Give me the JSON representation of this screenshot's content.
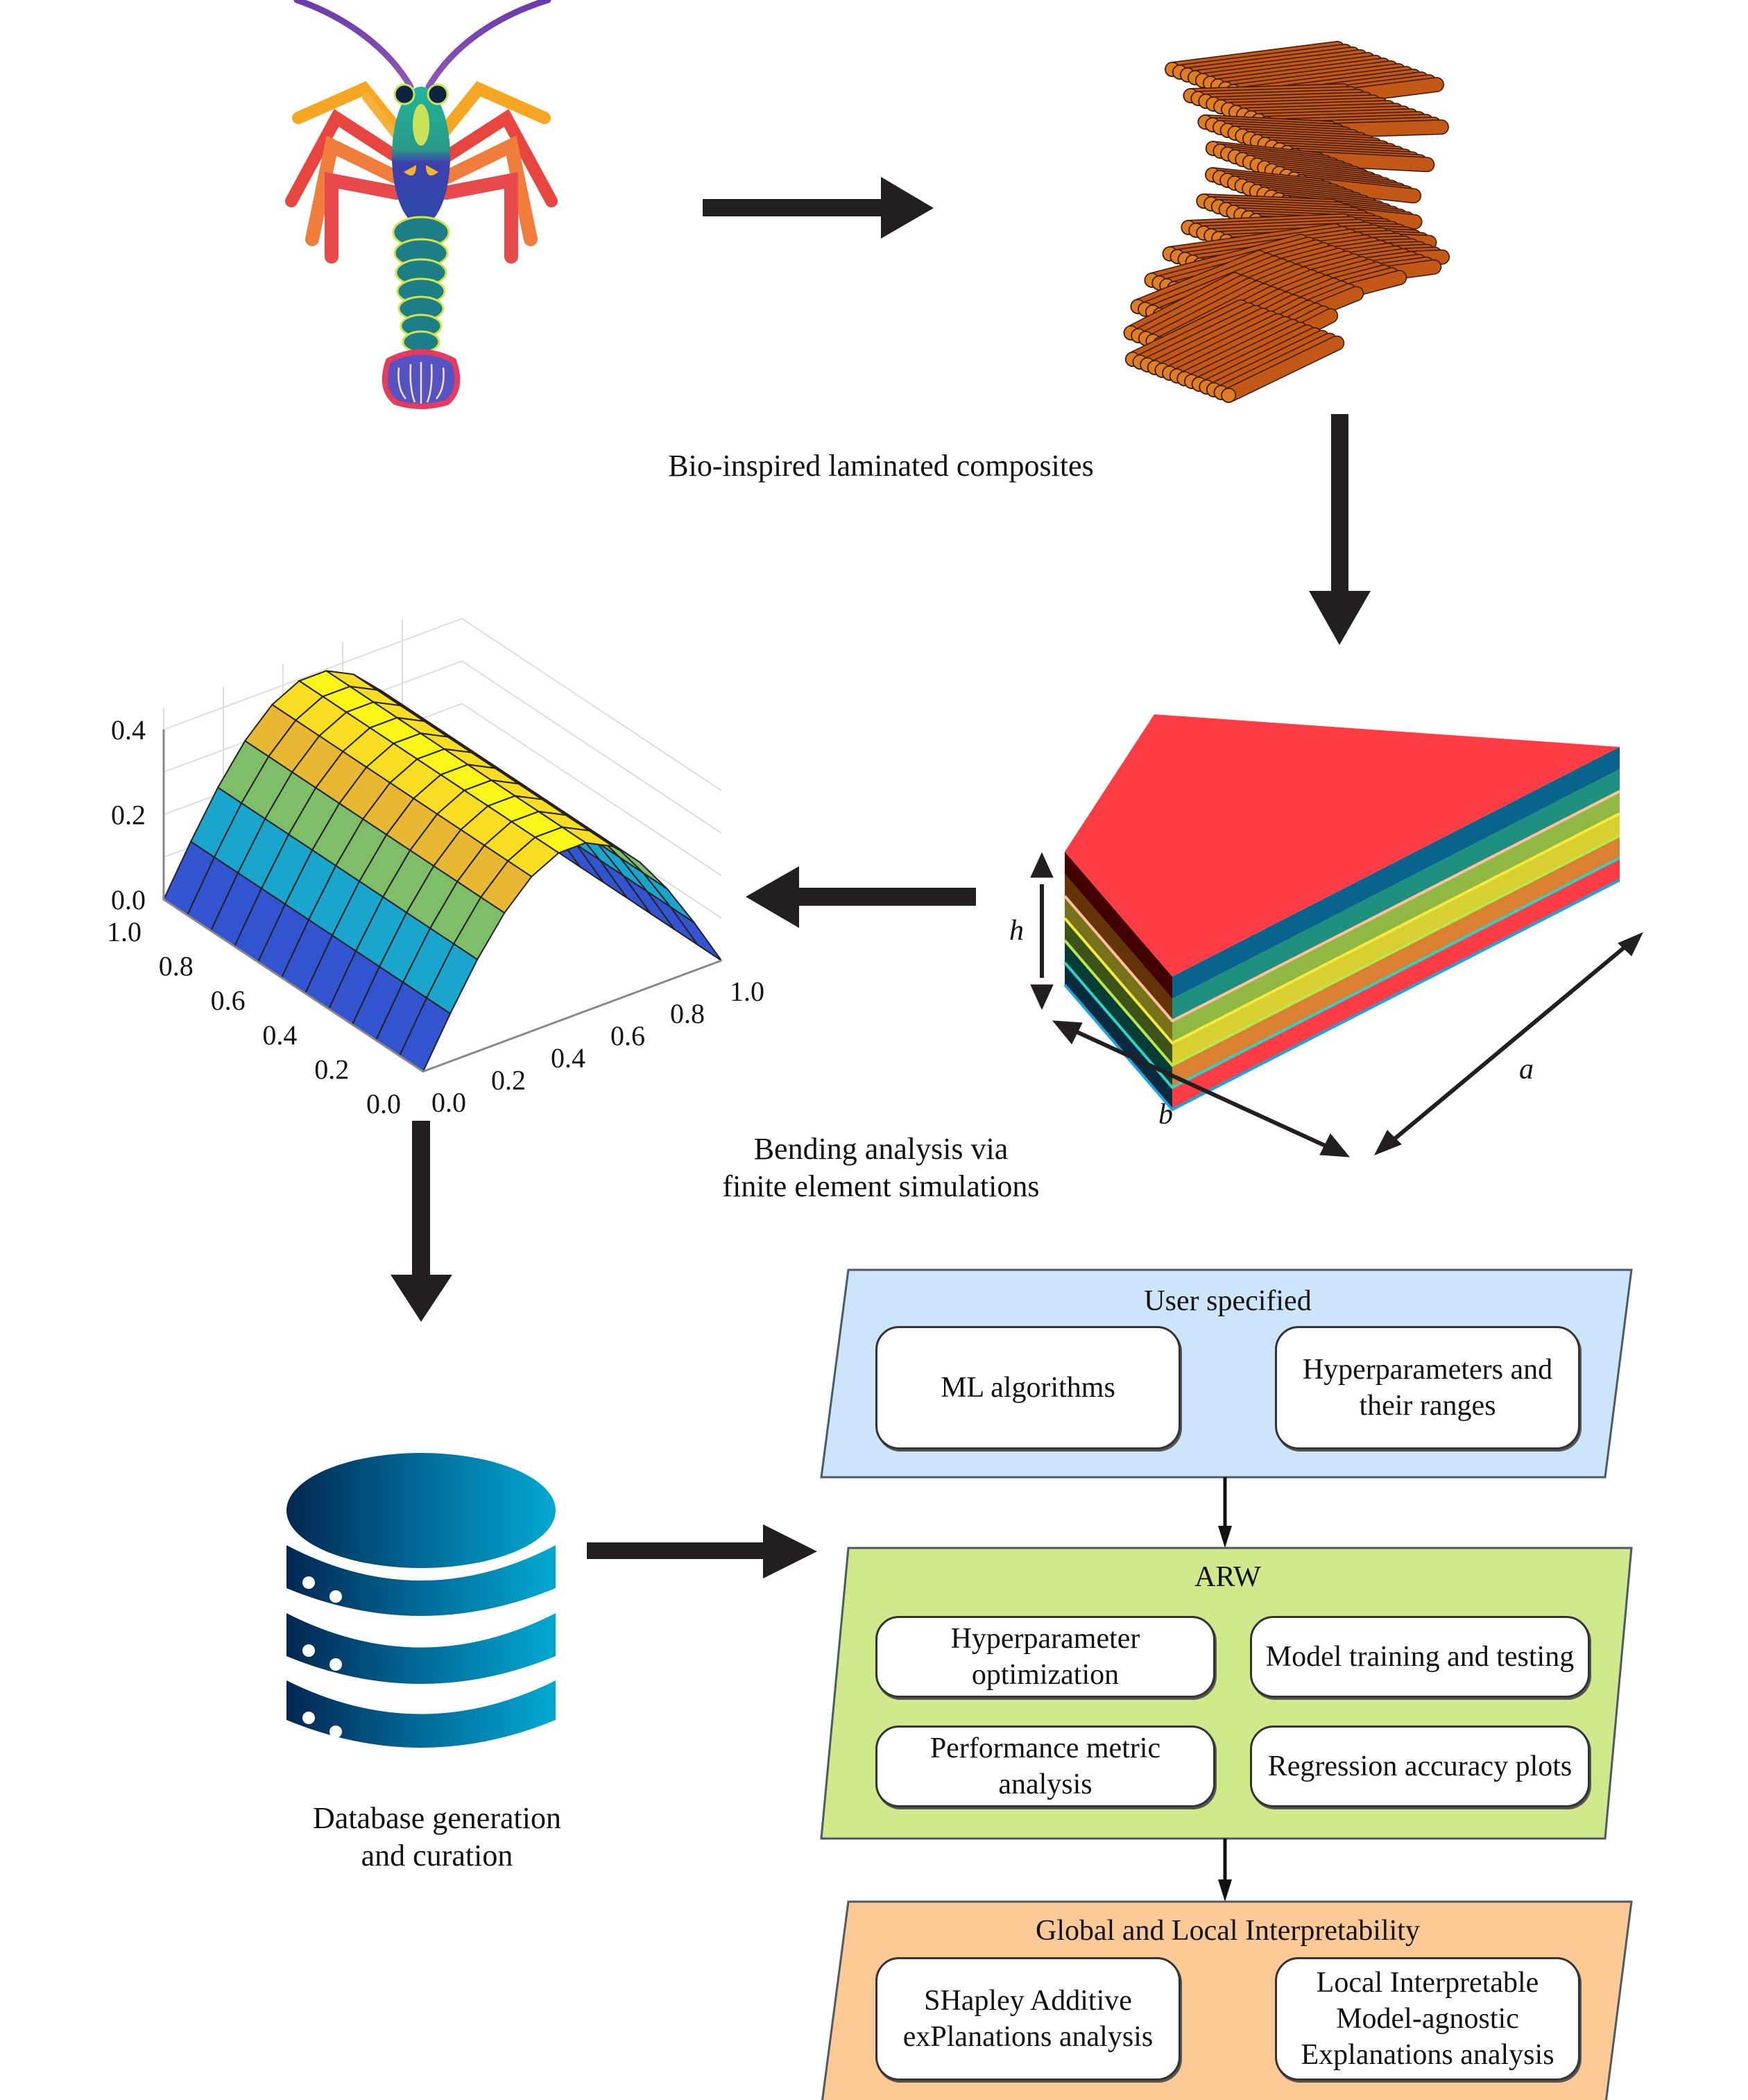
{
  "stage1": {
    "creature_icon": "mantis-shrimp-illustration",
    "composite_icon": "bouligand-helicoidal-fiber-stack",
    "caption": "Bio-inspired laminated composites"
  },
  "stage2": {
    "laminate_icon": "layered-plate-stack",
    "layer_colors": [
      "#ff3c44",
      "#d98130",
      "#d8cf30",
      "#92b844",
      "#1d9080",
      "#08648c"
    ],
    "dimension_labels": {
      "height": "h",
      "width": "b",
      "length": "a"
    }
  },
  "stage3": {
    "caption_line1": "Bending analysis via",
    "caption_line2": "finite element simulations"
  },
  "chart_data": {
    "type": "surface",
    "title": "",
    "description": "Normalized deflection surface over the unit plate (cylindrical bending shape, peak at x=0.5)",
    "x_ticks": [
      "0.0",
      "0.2",
      "0.4",
      "0.6",
      "0.8",
      "1.0"
    ],
    "y_ticks": [
      "0.0",
      "0.2",
      "0.4",
      "0.6",
      "0.8",
      "1.0"
    ],
    "z_ticks": [
      "0.0",
      "0.2",
      "0.4"
    ],
    "xlim": [
      0,
      1
    ],
    "ylim": [
      0,
      1
    ],
    "zlim": [
      0,
      0.4
    ],
    "grid": true,
    "colormap": "parula",
    "mesh": {
      "nx": 11,
      "ny": 11
    },
    "function": "z = 0.4 * sin(pi * x)",
    "peak_value": 0.4
  },
  "stage4": {
    "database_icon": "database-icon",
    "caption_line1": "Database generation",
    "caption_line2": "and curation"
  },
  "workflow": {
    "user_specified": {
      "title": "User specified",
      "color": "#cce5fb",
      "items": [
        "ML algorithms",
        "Hyperparameters and their ranges"
      ]
    },
    "arw": {
      "title": "ARW",
      "color": "#cfe98b",
      "items": [
        "Hyperparameter optimization",
        "Model training and testing",
        "Performance metric analysis",
        "Regression accuracy plots"
      ]
    },
    "interpretability": {
      "title": "Global and Local Interpretability",
      "color": "#fdc995",
      "items": [
        "SHapley Additive exPlanations analysis",
        "Local Interpretable Model-agnostic Explanations analysis"
      ]
    }
  }
}
